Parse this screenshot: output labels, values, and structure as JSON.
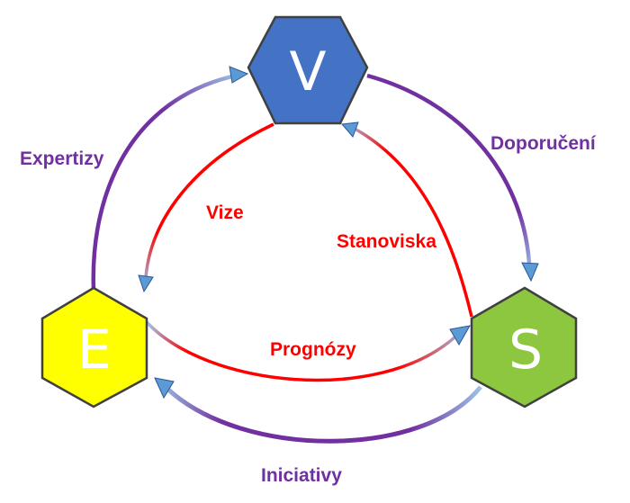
{
  "nodes": {
    "v": {
      "letter": "V",
      "fill": "#4472C4",
      "text_color": "#ffffff"
    },
    "e": {
      "letter": "E",
      "fill": "#FFFF00",
      "text_color": "#ffffff"
    },
    "s": {
      "letter": "S",
      "fill": "#8DC63F",
      "text_color": "#ffffff"
    }
  },
  "outer_flows": {
    "expertizy": "Expertizy",
    "doporuceni": "Doporučení",
    "iniciativy": "Iniciativy",
    "color": "#7030A0"
  },
  "inner_flows": {
    "vize": "Vize",
    "stanoviska": "Stanoviska",
    "prognozy": "Prognózy",
    "color": "#FF0000"
  },
  "arrow_fade_color": "#9DC3E6"
}
